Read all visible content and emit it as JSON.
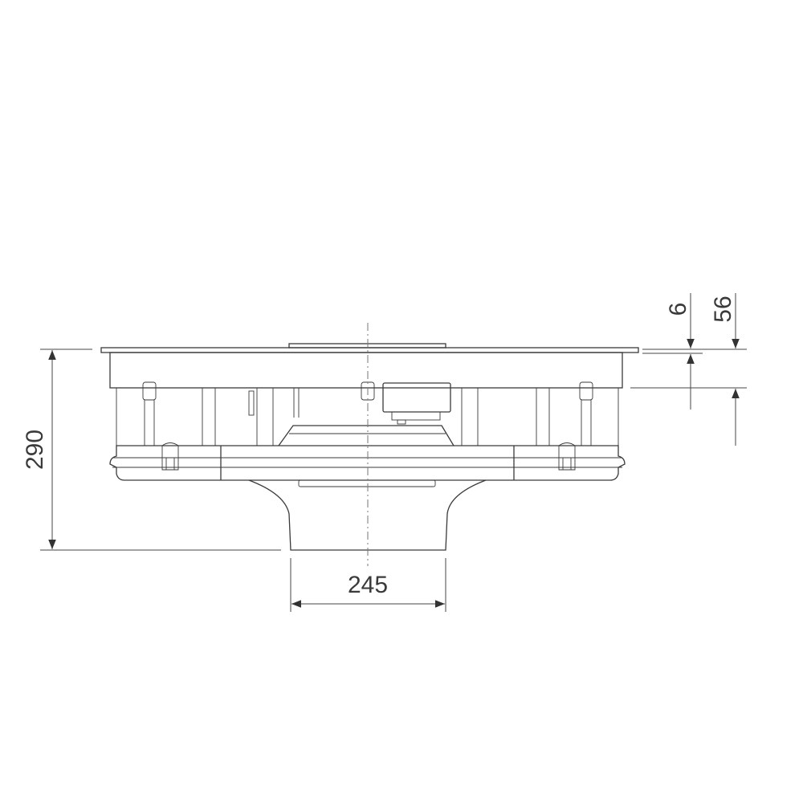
{
  "dimensions": {
    "height_total": "290",
    "outlet_diameter": "245",
    "plate_thickness": "6",
    "flange_height": "56"
  },
  "colors": {
    "line": "#3a3a3a",
    "background": "#ffffff"
  }
}
